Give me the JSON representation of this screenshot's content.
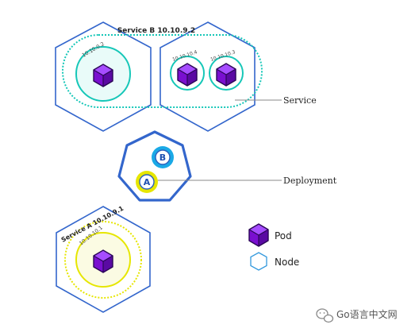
{
  "colors": {
    "node_blue": "#3366cc",
    "service_teal": "#16c7b8",
    "pod_purple": "#8a12e6",
    "pod_dark": "#3b0b7a",
    "deploy_yellow": "#e6e600",
    "deploy_b_blue": "#1aa9e6",
    "text_dark": "#222222"
  },
  "service_b": {
    "label": "Service B 10.10.9.2",
    "pods": [
      {
        "ip": "10.10.0.2"
      },
      {
        "ip": "10.10.10.4"
      },
      {
        "ip": "10.10.10.3"
      }
    ]
  },
  "service_a": {
    "label": "Service A  10.10.9.1",
    "pod_ip": "10.10.10.1"
  },
  "deployment": {
    "badge_b": "B",
    "badge_a": "A"
  },
  "callouts": {
    "service": "Service",
    "deployment": "Deployment"
  },
  "legend": {
    "pod": "Pod",
    "node": "Node",
    "pod_icon": "cube-icon",
    "node_icon": "hexagon-icon"
  },
  "watermark": {
    "text": "Go语言中文网",
    "icon": "wechat-icon"
  }
}
